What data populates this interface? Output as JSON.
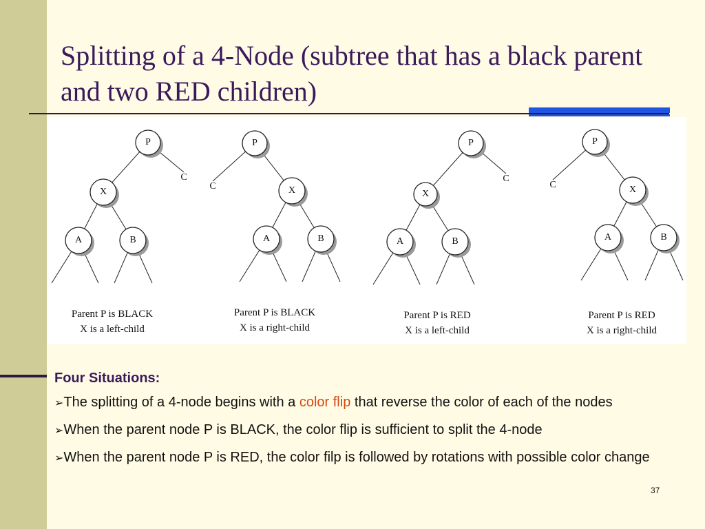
{
  "slide": {
    "title": "Splitting of a 4-Node (subtree that has a black parent and two RED children)",
    "page_number": "37"
  },
  "figure": {
    "diagrams": [
      {
        "caption_line1": "Parent P is BLACK",
        "caption_line2": "X is a left-child",
        "labels": {
          "p": "P",
          "x": "X",
          "c": "C",
          "a": "A",
          "b": "B"
        }
      },
      {
        "caption_line1": "Parent P is BLACK",
        "caption_line2": "X is a right-child",
        "labels": {
          "p": "P",
          "x": "X",
          "c": "C",
          "a": "A",
          "b": "B"
        }
      },
      {
        "caption_line1": "Parent P is RED",
        "caption_line2": "X is a left-child",
        "labels": {
          "p": "P",
          "x": "X",
          "c": "C",
          "a": "A",
          "b": "B"
        }
      },
      {
        "caption_line1": "Parent P is RED",
        "caption_line2": "X is a right-child",
        "labels": {
          "p": "P",
          "x": "X",
          "c": "C",
          "a": "A",
          "b": "B"
        }
      }
    ]
  },
  "content": {
    "heading": "Four Situations:",
    "bullet_marker": "➢",
    "bullet1_before": "The splitting of a 4-node begins with a ",
    "bullet1_highlight": "color flip",
    "bullet1_after": " that reverse the color of each of the nodes",
    "bullet2": "When the parent node P is BLACK, the color flip is sufficient to split the 4-node",
    "bullet3": "When the parent node P is RED, the color filp is followed by rotations with possible color change"
  },
  "colors": {
    "background": "#fffbe5",
    "sidebar": "#cfcc98",
    "title_text": "#3a1a5a",
    "accent_bar": "#1f55e0",
    "highlight": "#d34a14",
    "node_fill": "#ffffff",
    "node_shadow": "#9a9a9a"
  }
}
